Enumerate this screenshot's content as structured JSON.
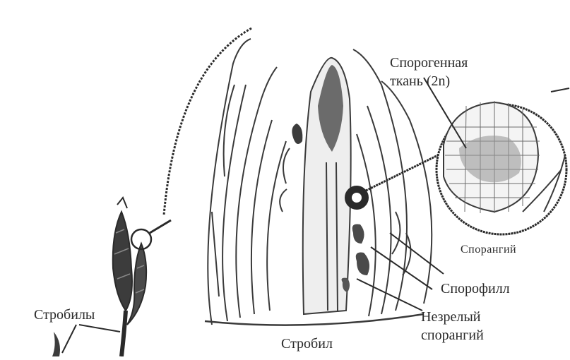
{
  "labels": {
    "sporogenous_tissue_line1": "Спорогенная",
    "sporogenous_tissue_line2": "ткань (2n)",
    "sporangium": "Спорангий",
    "sporophyll": "Спорофилл",
    "immature_line1": "Незрелый",
    "immature_line2": "спорангий",
    "strobilus": "Стробил",
    "strobili": "Стробилы"
  },
  "colors": {
    "ink": "#2a2a2a",
    "tissue": "#6b6b6b",
    "dark_tissue": "#3c3c3c",
    "background": "#ffffff"
  }
}
